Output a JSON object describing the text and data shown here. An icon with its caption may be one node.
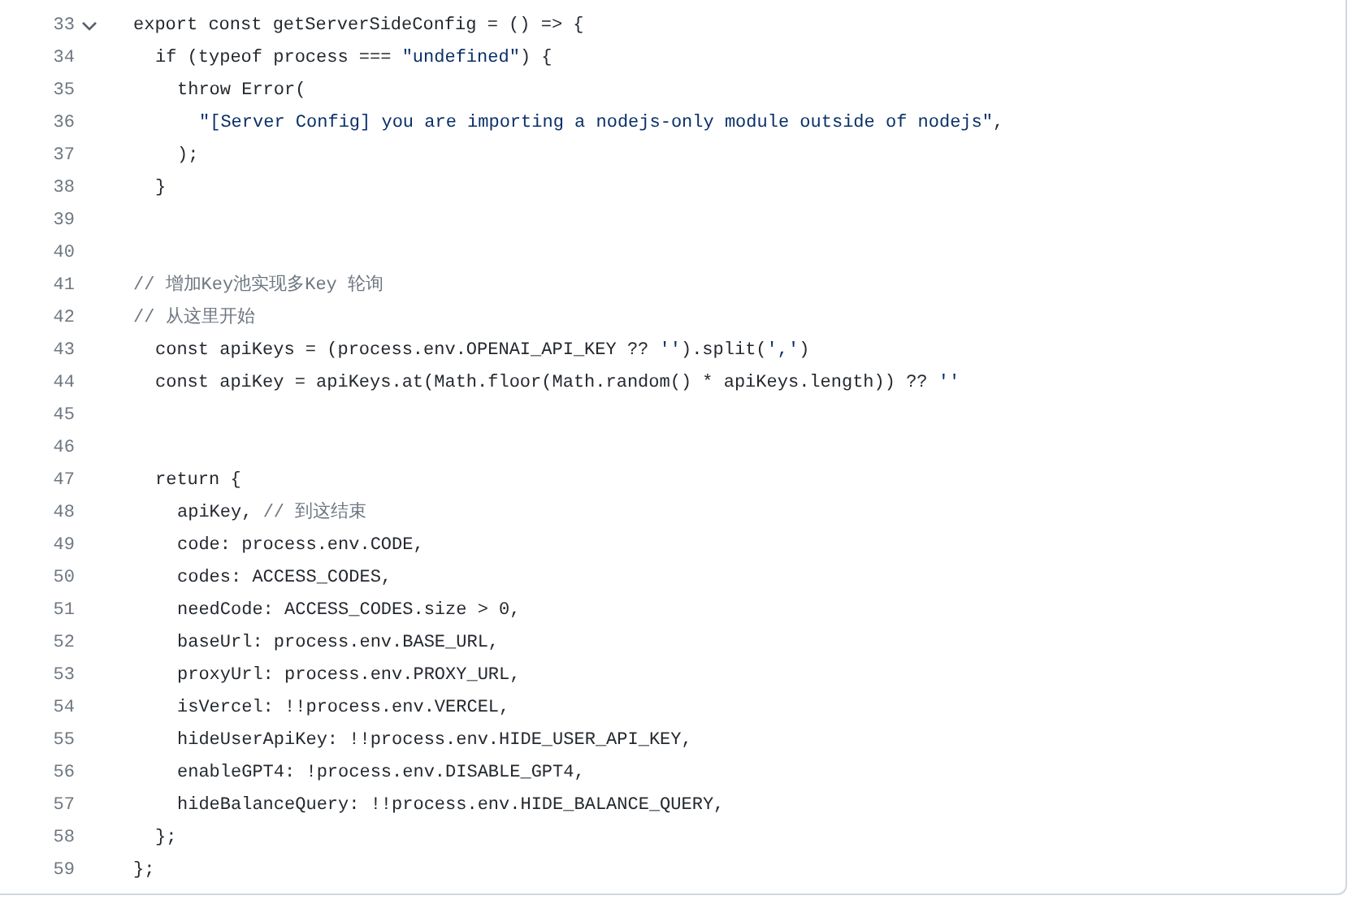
{
  "diagram": {
    "labels": [
      "33",
      "export const getServerSideConfig = () => {",
      "34",
      "if (typeof process === \"undefined\") {",
      "35",
      "throw Error(",
      "36",
      "\"[Server Config] you are importing a nodejs-only module outside of nodejs\",",
      "37",
      ");",
      "38",
      "}",
      "39",
      "40",
      "41",
      "// 增加Key池实现多Key 轮询",
      "42",
      "// 从这里开始",
      "43",
      "const apiKeys = (process.env.OPENAI_API_KEY ?? '').split(',')",
      "44",
      "const apiKey = apiKeys.at(Math.floor(Math.random() * apiKeys.length)) ?? ''",
      "45",
      "46",
      "47",
      "return {",
      "48",
      "apiKey, // 到这结束",
      "49",
      "code: process.env.CODE,",
      "50",
      "codes: ACCESS_CODES,",
      "51",
      "needCode: ACCESS_CODES.size > 0,",
      "52",
      "baseUrl: process.env.BASE_URL,",
      "53",
      "proxyUrl: process.env.PROXY_URL,",
      "54",
      "isVercel: !!process.env.VERCEL,",
      "55",
      "hideUserApiKey: !!process.env.HIDE_USER_API_KEY,",
      "56",
      "enableGPT4: !process.env.DISABLE_GPT4,",
      "57",
      "hideBalanceQuery: !!process.env.HIDE_BALANCE_QUERY,",
      "58",
      "};",
      "59",
      "};"
    ]
  }
}
